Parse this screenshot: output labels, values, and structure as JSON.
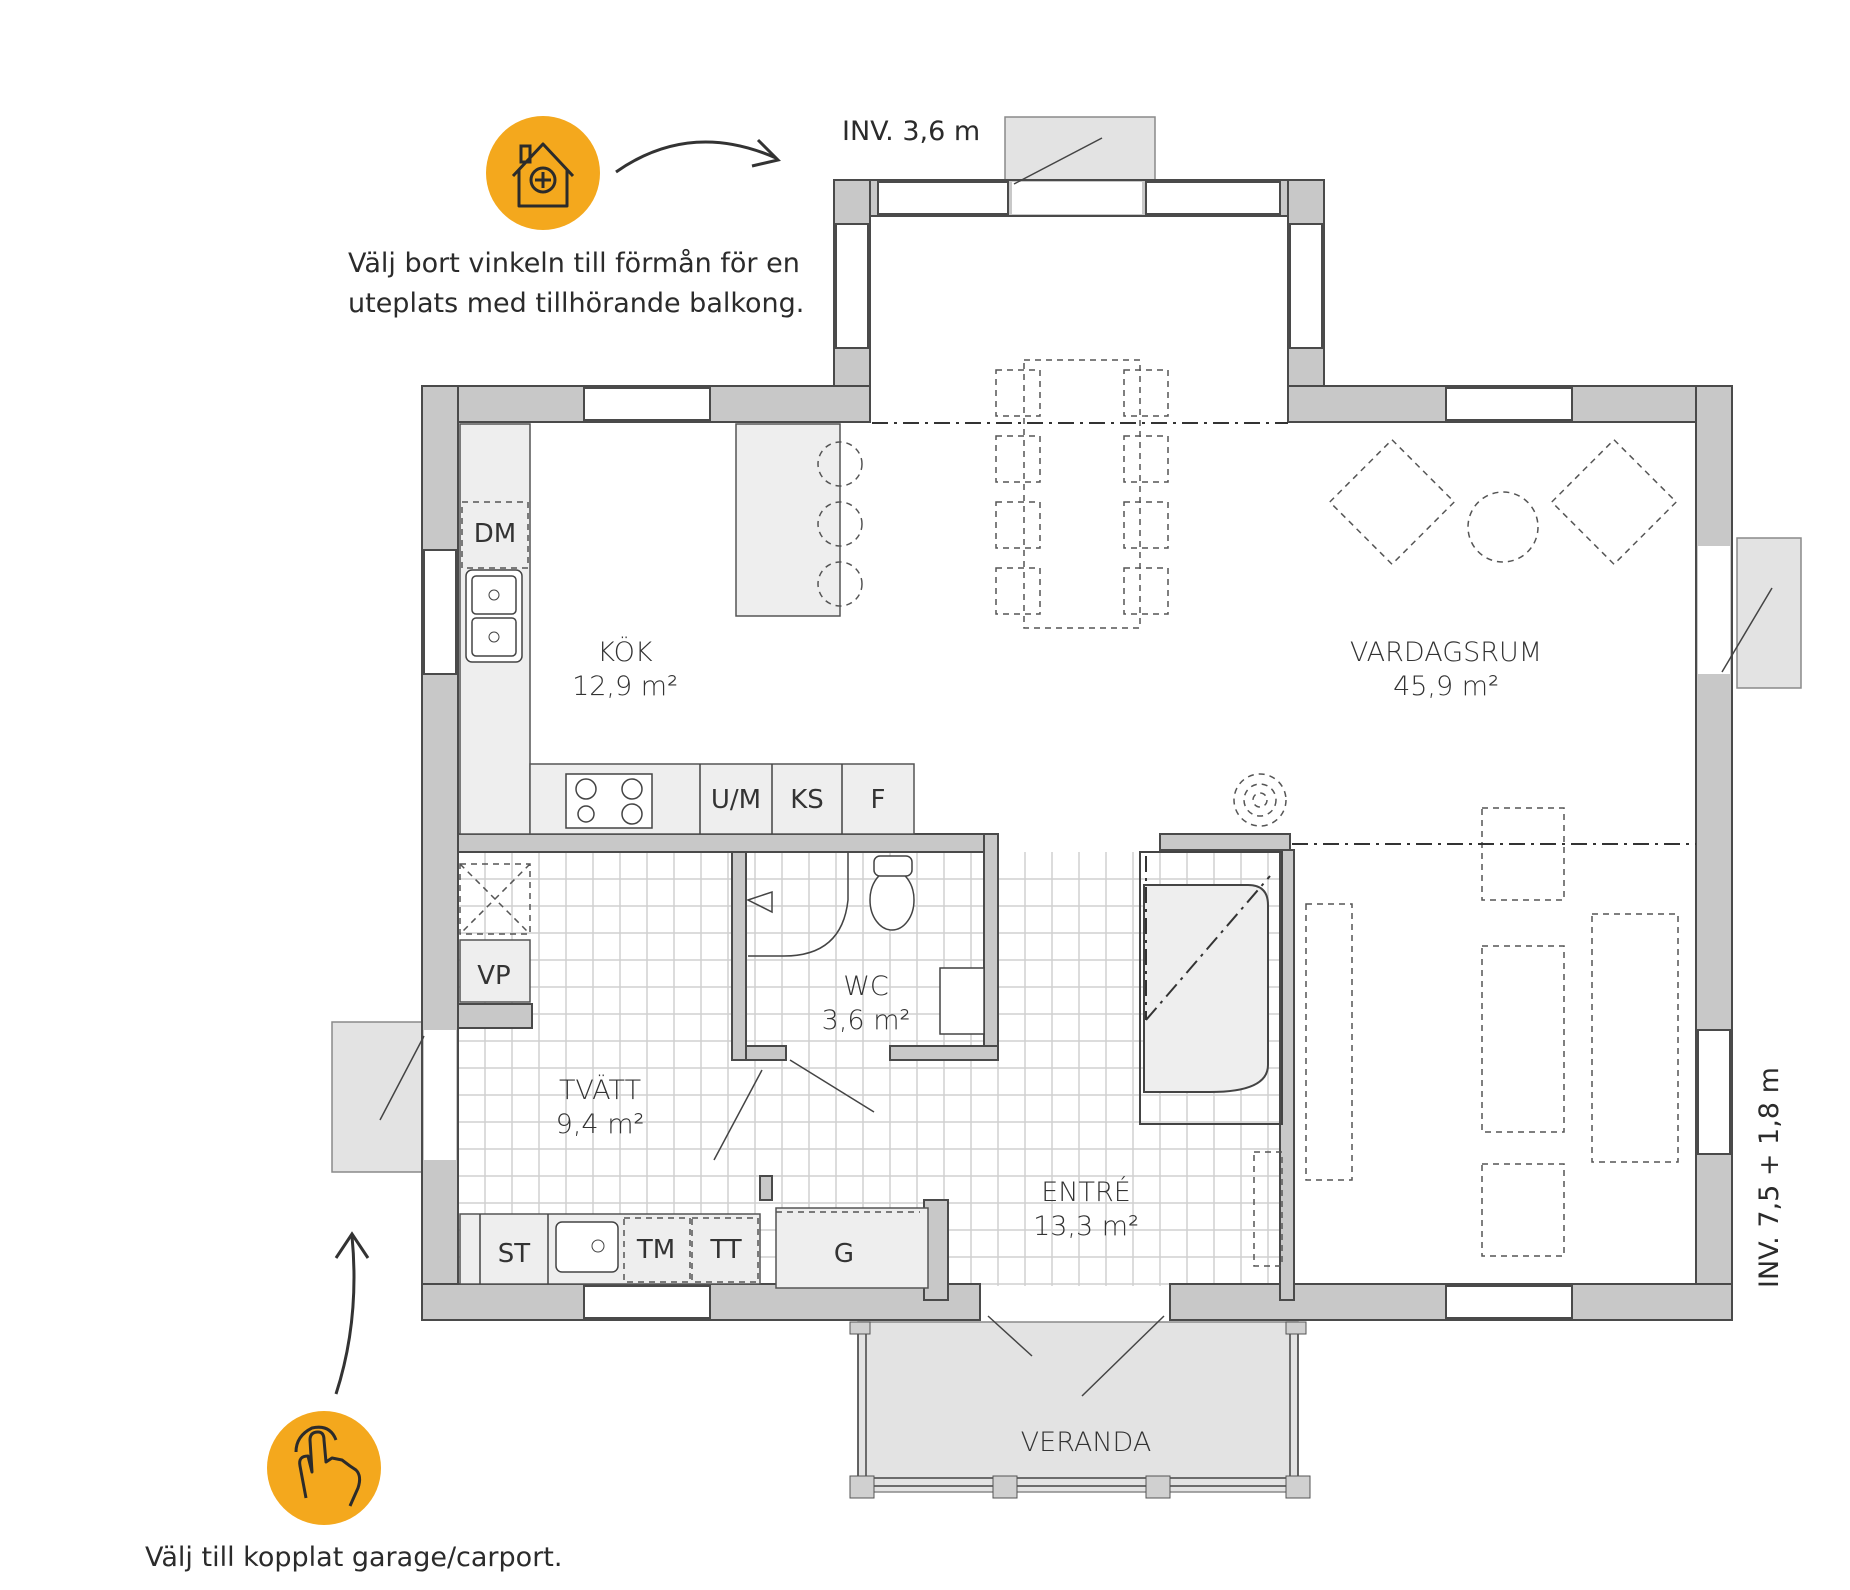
{
  "callouts": {
    "vinkel_note_line1": "Välj bort vinkeln till förmån för en",
    "vinkel_note_line2": "uteplats med tillhörande balkong.",
    "garage_note": "Välj till kopplat garage/carport."
  },
  "entrances": {
    "top": "INV. 3,6 m",
    "right": "INV. 7,5 + 1,8 m"
  },
  "rooms": {
    "kok": {
      "name": "KÖK",
      "area": "12,9 m²"
    },
    "vardagsrum": {
      "name": "VARDAGSRUM",
      "area": "45,9 m²"
    },
    "wc": {
      "name": "WC",
      "area": "3,6 m²"
    },
    "tvatt": {
      "name": "TVÄTT",
      "area": "9,4 m²"
    },
    "entre": {
      "name": "ENTRÉ",
      "area": "13,3 m²"
    },
    "veranda": {
      "name": "VERANDA"
    }
  },
  "fixtures": {
    "dm": "DM",
    "um": "U/M",
    "ks": "KS",
    "f": "F",
    "vp": "VP",
    "st": "ST",
    "tm": "TM",
    "tt": "TT",
    "g": "G"
  },
  "colors": {
    "badge": "#f4a81d",
    "wall": "#c8c8c8",
    "tile_lines": "#d0d0d0"
  },
  "icons": [
    "house-plus-icon",
    "hand-pointer-icon",
    "arrow-icon"
  ]
}
